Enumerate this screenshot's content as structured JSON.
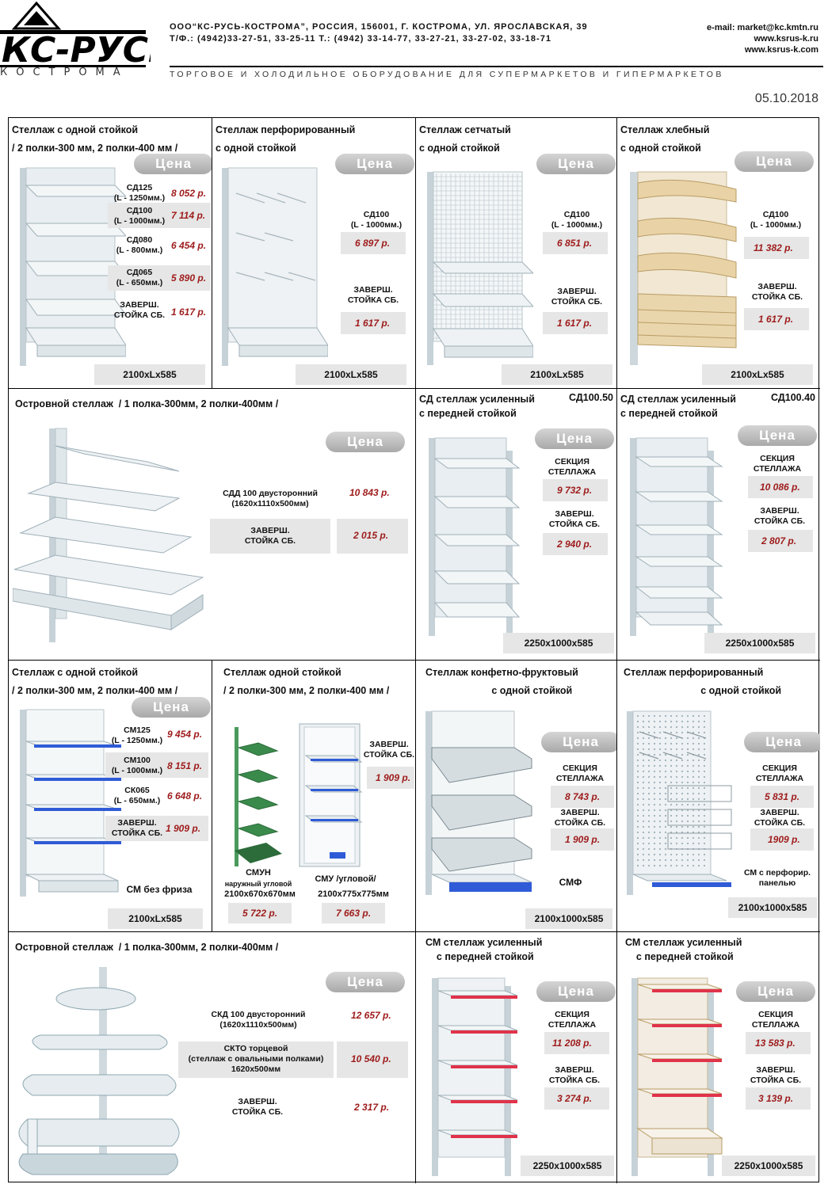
{
  "header": {
    "logo_text": "КС-РУСЬ",
    "logo_sub": "КОСТРОМА",
    "company": "ООО“КС-РУСЬ-КОСТРОМА”, РОССИЯ, 156001, Г. КОСТРОМА, УЛ. ЯРОСЛАВСКАЯ, 39",
    "phones": "Т/Ф.: (4942)33-27-51, 33-25-11     Т.: (4942) 33-14-77, 33-27-21, 33-27-02, 33-18-71",
    "email": "e-mail: market@kc.kmtn.ru",
    "site1": "www.ksrus-k.ru",
    "site2": "www.ksrus-k.com",
    "tagline": "ТОРГОВОЕ И ХОЛОДИЛЬНОЕ ОБОРУДОВАНИЕ ДЛЯ СУПЕРМАРКЕТОВ И ГИПЕРМАРКЕТОВ",
    "date": "05.10.2018"
  },
  "cena": "Цена",
  "c1": {
    "title": "Стеллаж с одной стойкой\n/ 2 полки-300 мм, 2 полки-400 мм /",
    "items": [
      {
        "name": "СД125\n(L - 1250мм.)",
        "price": "8 052 р."
      },
      {
        "name": "СД100\n(L - 1000мм.)",
        "price": "7 114 р."
      },
      {
        "name": "СД080\n(L - 800мм.)",
        "price": "6 454 р."
      },
      {
        "name": "СД065\n(L - 650мм.)",
        "price": "5 890 р."
      },
      {
        "name": "ЗАВЕРШ.\nСТОЙКА СБ.",
        "price": "1 617 р."
      }
    ],
    "dim": "2100xLx585"
  },
  "c2": {
    "title": "Стеллаж перфорированный\nс одной стойкой",
    "item1": {
      "name": "СД100\n(L - 1000мм.)",
      "price": "6 897 р."
    },
    "item2": {
      "name": "ЗАВЕРШ.\nСТОЙКА СБ.",
      "price": "1 617 р."
    },
    "dim": "2100xLx585"
  },
  "c3": {
    "title": "Стеллаж сетчатый\nс одной стойкой",
    "item1": {
      "name": "СД100\n(L - 1000мм.)",
      "price": "6 851 р."
    },
    "item2": {
      "name": "ЗАВЕРШ.\nСТОЙКА СБ.",
      "price": "1 617 р."
    },
    "dim": "2100xLx585"
  },
  "c4": {
    "title": "Стеллаж хлебный\nс одной стойкой",
    "item1": {
      "name": "СД100\n(L - 1000мм.)",
      "price": "11 382 р."
    },
    "item2": {
      "name": "ЗАВЕРШ.\nСТОЙКА СБ.",
      "price": "1 617 р."
    },
    "dim": "2100xLx585"
  },
  "c5": {
    "title": "Островной стеллаж  / 1 полка-300мм, 2 полки-400мм /",
    "item1": {
      "name": "СДД 100 двусторонний\n(1620х1110х500мм)",
      "price": "10 843 р."
    },
    "item2": {
      "name": "ЗАВЕРШ.\nСТОЙКА СБ.",
      "price": "2 015  р."
    }
  },
  "c6": {
    "title": "СД стеллаж усиленный\nс передней стойкой",
    "code": "СД100.50",
    "item1": {
      "name": "СЕКЦИЯ\nСТЕЛЛАЖА",
      "price": "9 732 р."
    },
    "item2": {
      "name": "ЗАВЕРШ.\nСТОЙКА СБ.",
      "price": "2 940 р."
    },
    "dim": "2250х1000х585"
  },
  "c7": {
    "title": "СД стеллаж усиленный\nс передней стойкой",
    "code": "СД100.40",
    "item1": {
      "name": "СЕКЦИЯ\nСТЕЛЛАЖА",
      "price": "10 086 р."
    },
    "item2": {
      "name": "ЗАВЕРШ.\nСТОЙКА СБ.",
      "price": "2 807 р."
    },
    "dim": "2250х1000х585"
  },
  "c8": {
    "title": "Стеллаж с одной стойкой\n/ 2 полки-300 мм, 2 полки-400 мм /",
    "items": [
      {
        "name": "СМ125\n(L - 1250мм.)",
        "price": "9 454 р."
      },
      {
        "name": "СМ100\n(L - 1000мм.)",
        "price": "8 151 р."
      },
      {
        "name": "СК065\n(L - 650мм.)",
        "price": "6 648 р."
      },
      {
        "name": "ЗАВЕРШ.\nСТОЙКА СБ.",
        "price": "1 909 р."
      }
    ],
    "caption": "СМ без фриза",
    "dim": "2100xLx585"
  },
  "c9": {
    "title": "Стеллаж одной стойкой\n/ 2 полки-300 мм, 2 полки-400 мм /",
    "item1": {
      "name": "ЗАВЕРШ.\nСТОЙКА СБ.",
      "price": "1 909 р."
    },
    "left_name": "СМУН",
    "left_sub": "наружный угловой",
    "left_dim": "2100х670х670мм",
    "left_price": "5 722 р.",
    "right_name": "СМУ /угловой/",
    "right_dim": "2100х775х775мм",
    "right_price": "7 663 р."
  },
  "c10": {
    "title": "Стеллаж конфетно-фруктовый\n                        с одной стойкой",
    "item1": {
      "name": "СЕКЦИЯ\nСТЕЛЛАЖА",
      "price": "8 743 р."
    },
    "item2": {
      "name": "ЗАВЕРШ.\nСТОЙКА СБ.",
      "price": "1 909 р."
    },
    "caption": "СМФ",
    "dim": "2100х1000х585"
  },
  "c11": {
    "title": "Стеллаж перфорированный\n                            с одной стойкой",
    "item1": {
      "name": "СЕКЦИЯ\nСТЕЛЛАЖА",
      "price": "5 831 р."
    },
    "item2": {
      "name": "ЗАВЕРШ.\nСТОЙКА СБ.",
      "price": "1909 р."
    },
    "caption": "СМ с перфорир.\nпанелью",
    "dim": "2100х1000х585"
  },
  "c12": {
    "title": "Островной стеллаж  / 1 полка-300мм, 2 полки-400мм /",
    "item1": {
      "name": "СКД 100 двусторонний\n(1620х1110х500мм)",
      "price": "12 657 р."
    },
    "item2": {
      "name": "СКТО торцевой\n(стеллаж с овальными полками)\n1620х500мм",
      "price": "10 540 р."
    },
    "item3": {
      "name": "ЗАВЕРШ.\nСТОЙКА СБ.",
      "price": "2 317 р."
    }
  },
  "c13": {
    "title": "СМ стеллаж усиленный\n    с передней стойкой",
    "item1": {
      "name": "СЕКЦИЯ\nСТЕЛЛАЖА",
      "price": "11 208 р."
    },
    "item2": {
      "name": "ЗАВЕРШ.\nСТОЙКА СБ.",
      "price": "3 274 р."
    },
    "dim": "2250х1000х585"
  },
  "c14": {
    "title": "СМ стеллаж усиленный\n    с передней стойкой",
    "item1": {
      "name": "СЕКЦИЯ\nСТЕЛЛАЖА",
      "price": "13 583 р."
    },
    "item2": {
      "name": "ЗАВЕРШ.\nСТОЙКА СБ.",
      "price": "3 139 р."
    },
    "dim": "2250х1000х585"
  }
}
